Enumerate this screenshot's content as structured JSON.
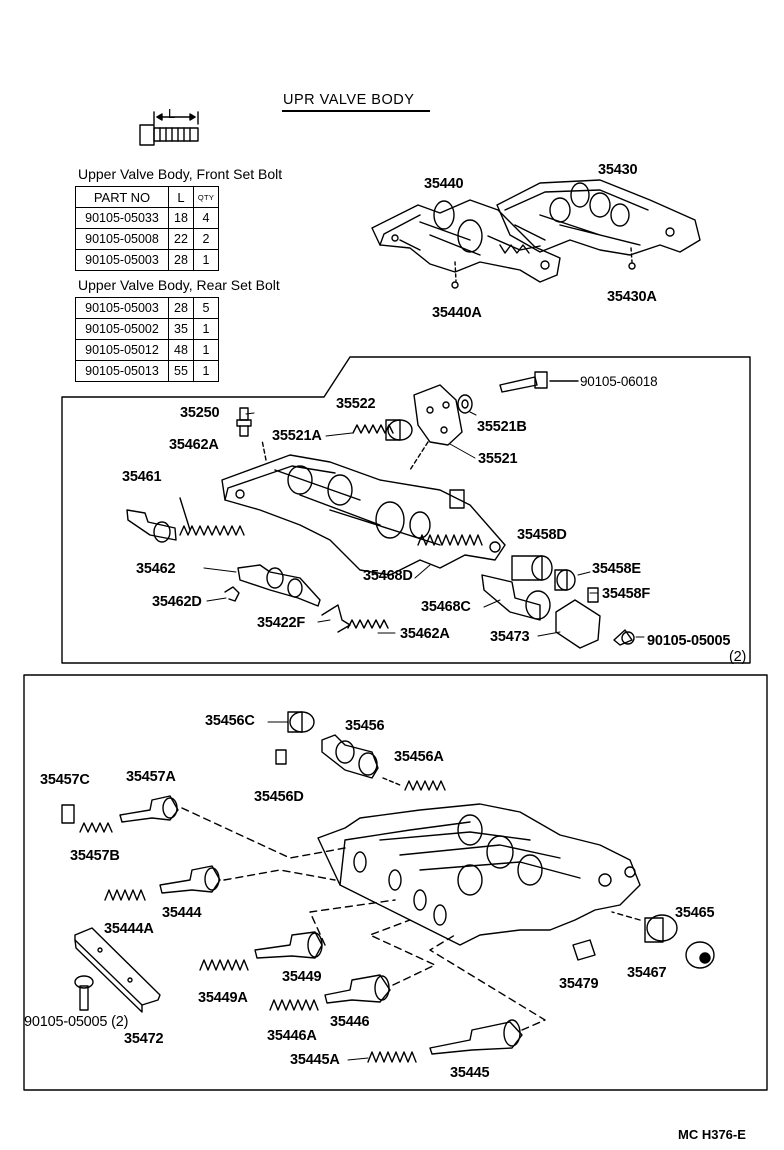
{
  "title": "UPR VALVE BODY",
  "dimension_label": "L",
  "front_bolt_table": {
    "caption": "Upper Valve Body, Front Set Bolt",
    "headers": [
      "PART NO",
      "L",
      "QTY"
    ],
    "rows": [
      [
        "90105-05033",
        "18",
        "4"
      ],
      [
        "90105-05008",
        "22",
        "2"
      ],
      [
        "90105-05003",
        "28",
        "1"
      ]
    ]
  },
  "rear_bolt_table": {
    "caption": "Upper Valve Body, Rear Set Bolt",
    "rows": [
      [
        "90105-05003",
        "28",
        "5"
      ],
      [
        "90105-05002",
        "35",
        "1"
      ],
      [
        "90105-05012",
        "48",
        "1"
      ],
      [
        "90105-05013",
        "55",
        "1"
      ]
    ]
  },
  "callouts": {
    "c35440": "35440",
    "c35430": "35430",
    "c35440A": "35440A",
    "c35430A": "35430A",
    "c90105_06018": "90105-06018",
    "c35522": "35522",
    "c35250": "35250",
    "c35521A": "35521A",
    "c35521B": "35521B",
    "c35521": "35521",
    "c35462A_top": "35462A",
    "c35461": "35461",
    "c35458D": "35458D",
    "c35458E": "35458E",
    "c35462": "35462",
    "c35468D": "35468D",
    "c35458F": "35458F",
    "c35462D": "35462D",
    "c35468C": "35468C",
    "c35422F": "35422F",
    "c35462A_bot": "35462A",
    "c35473": "35473",
    "c90105_05005_top": "90105-05005",
    "c90105_05005_top_qty": "(2)",
    "c35456C": "35456C",
    "c35456": "35456",
    "c35456A": "35456A",
    "c35457C": "35457C",
    "c35457A": "35457A",
    "c35456D": "35456D",
    "c35457B": "35457B",
    "c35465": "35465",
    "c35444": "35444",
    "c35444A": "35444A",
    "c35449": "35449",
    "c35467": "35467",
    "c35479": "35479",
    "c35449A": "35449A",
    "c90105_05005_bot": "90105-05005 (2)",
    "c35446A": "35446A",
    "c35446": "35446",
    "c35472": "35472",
    "c35445A": "35445A",
    "c35445": "35445"
  },
  "drawing_code": "MC  H376-E"
}
